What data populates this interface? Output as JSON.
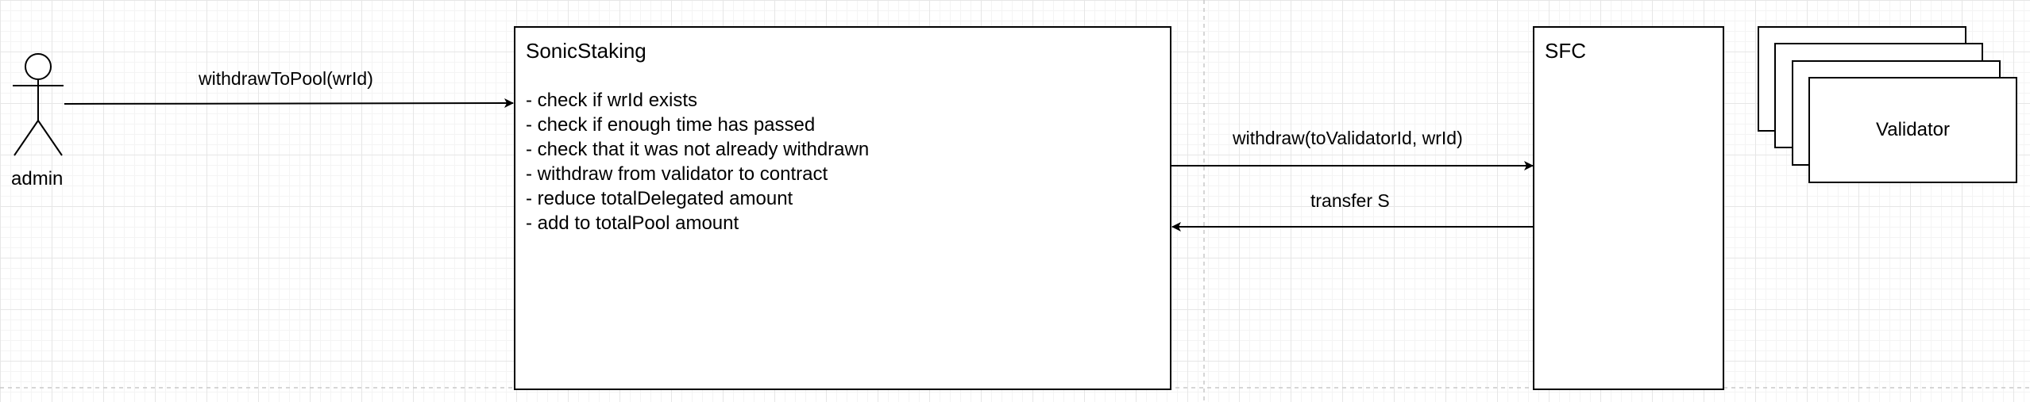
{
  "actor": {
    "label": "admin"
  },
  "arrows": {
    "withdraw_to_pool": "withdrawToPool(wrId)",
    "withdraw_call": "withdraw(toValidatorId, wrId)",
    "transfer": "transfer S"
  },
  "sonic_staking": {
    "title": "SonicStaking",
    "steps": [
      "- check if wrId exists",
      "- check if enough time has passed",
      "- check that it was not already withdrawn",
      "- withdraw from validator to contract",
      "- reduce totalDelegated amount",
      "- add to totalPool amount"
    ]
  },
  "sfc": {
    "title": "SFC"
  },
  "validator": {
    "label": "Validator"
  }
}
